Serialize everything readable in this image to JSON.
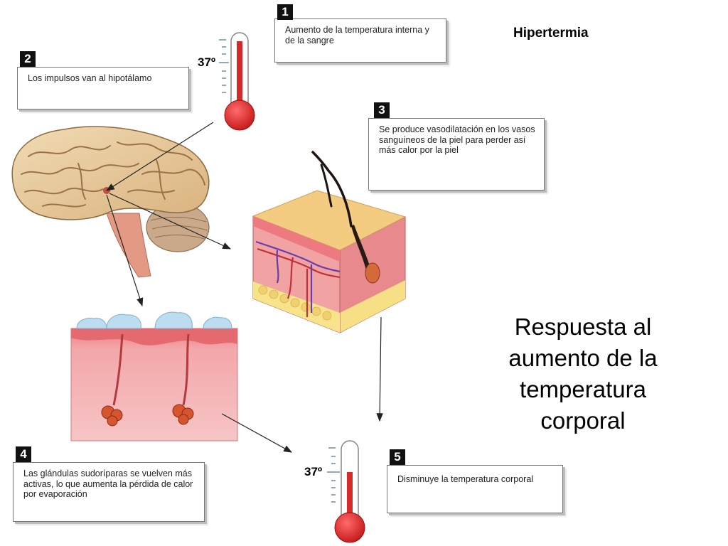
{
  "header": {
    "label": "Hipertermia"
  },
  "main_title": "Respuesta al aumento de la temperatura corporal",
  "steps": [
    {
      "number": "1",
      "text": "Aumento de la temperatura interna y de la sangre"
    },
    {
      "number": "2",
      "text": "Los impulsos van al hipotálamo"
    },
    {
      "number": "3",
      "text": "Se produce vasodilatación en los vasos sanguíneos de la piel para perder así más calor por la piel"
    },
    {
      "number": "4",
      "text": "Las glándulas sudoríparas se vuelven más activas, lo que aumenta la pérdida de calor por evaporación"
    },
    {
      "number": "5",
      "text": "Disminuye la temperatura corporal"
    }
  ],
  "thermometers": [
    {
      "label": "37º",
      "state": "high"
    },
    {
      "label": "37º",
      "state": "normal"
    }
  ],
  "colors": {
    "thermometer_red": "#d42a2a",
    "skin_top": "#f3cc82",
    "skin_pink": "#f1a2a2",
    "fat_yellow": "#f7e48a",
    "brain": "#e9c99a",
    "sweat_drop": "#bcdcef"
  }
}
